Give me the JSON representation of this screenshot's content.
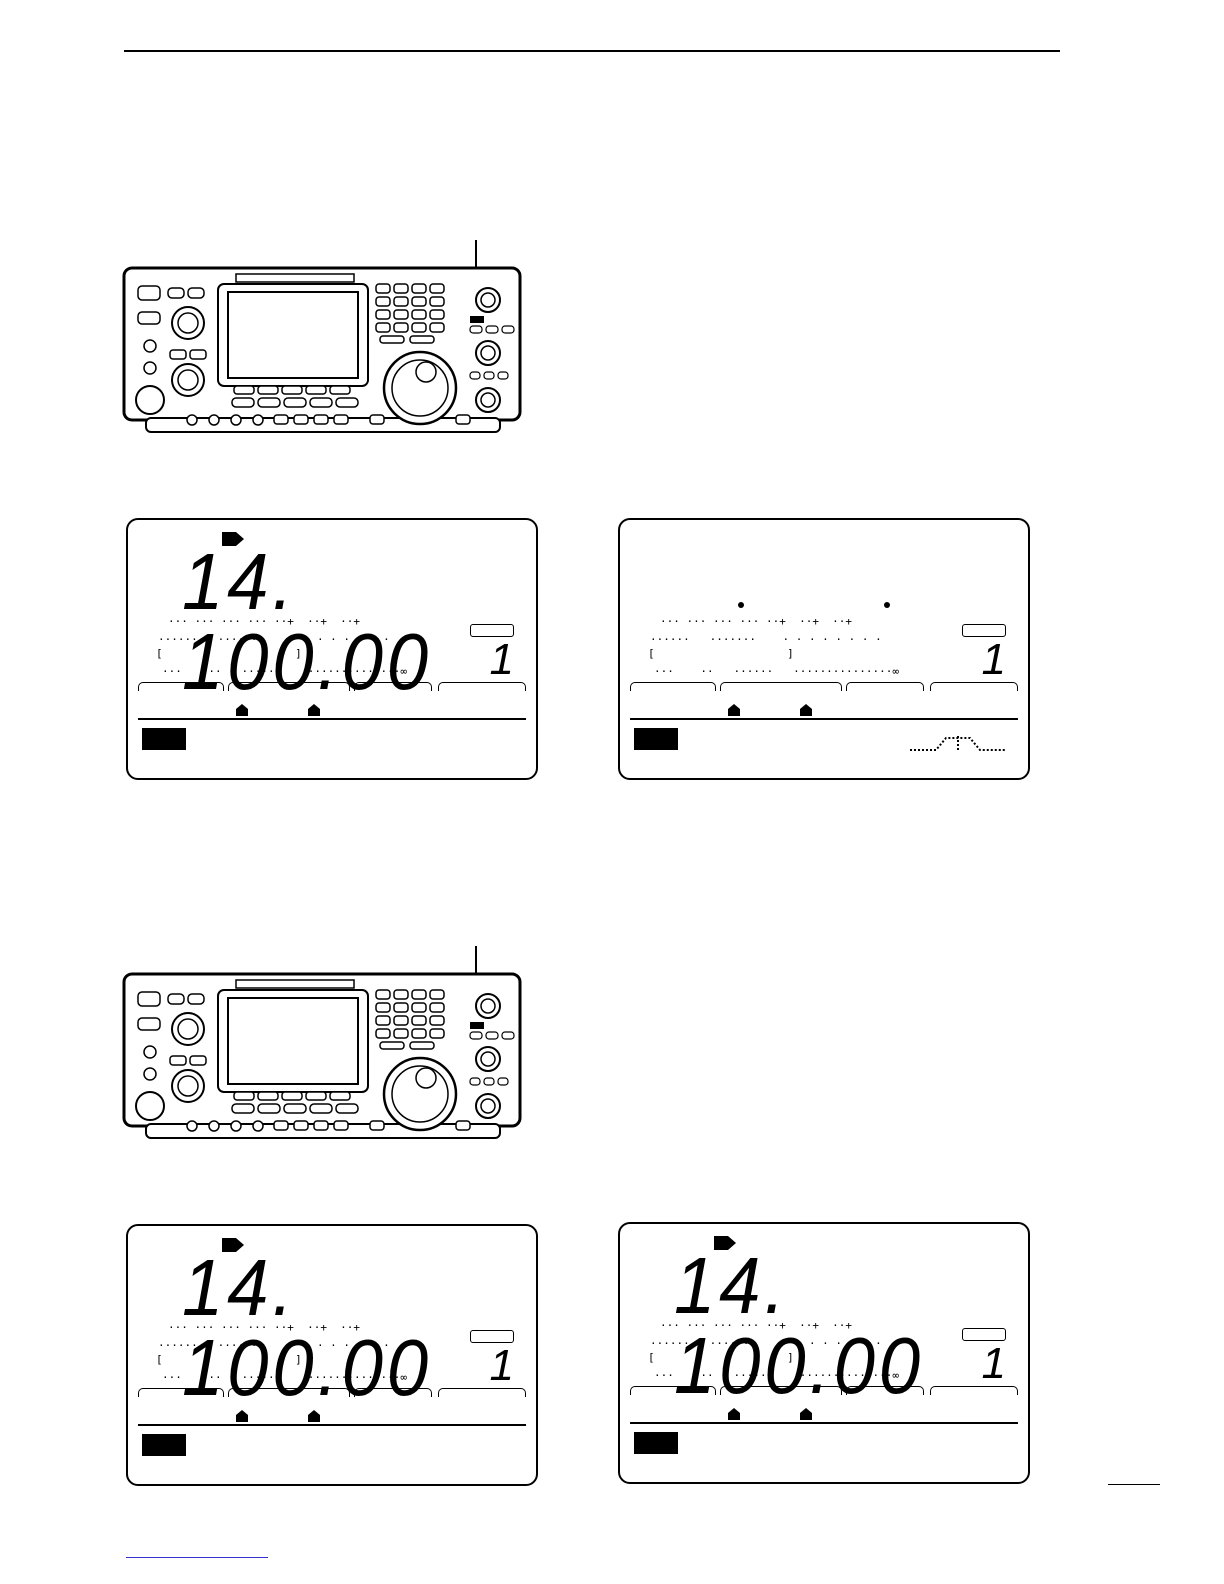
{
  "displays": [
    {
      "frequency": "14. 100.00",
      "memory_channel": "1",
      "show_freq": true,
      "show_filter": false
    },
    {
      "frequency": "",
      "memory_channel": "1",
      "show_freq": false,
      "show_filter": true
    },
    {
      "frequency": "14. 100.00",
      "memory_channel": "1",
      "show_freq": true,
      "show_filter": false
    },
    {
      "frequency": "14. 100.00",
      "memory_channel": "1",
      "show_freq": true,
      "show_filter": false
    }
  ],
  "meter_scale": {
    "row1": "··· ··· ··· ··· ··+  ··+  ··+",
    "row2": "······   ·······    · · · · · · · ·",
    "row3": "[                    ]",
    "row4": "···    ··   ······   ···············∞"
  },
  "icons": {
    "pointer": "pointer-line-icon",
    "vfo": "vfo-arrow-icon",
    "mode": "pentagon-marker-icon"
  }
}
